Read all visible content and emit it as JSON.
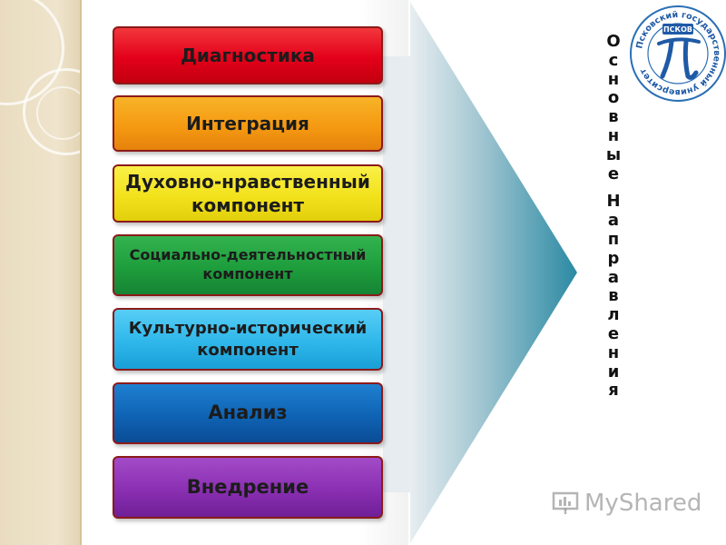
{
  "slide": {
    "steps": [
      {
        "label": "Диагностика"
      },
      {
        "label": "Интеграция"
      },
      {
        "label": "Духовно-нравственный компонент"
      },
      {
        "label": "Социально-деятельностный компонент"
      },
      {
        "label": "Культурно-исторический компонент"
      },
      {
        "label": "Анализ"
      },
      {
        "label": "Внедрение"
      }
    ],
    "vertical_title": {
      "word1": [
        "О",
        "с",
        "н",
        "о",
        "в",
        "н",
        "ы",
        "е"
      ],
      "word2": [
        "Н",
        "а",
        "п",
        "р",
        "а",
        "в",
        "л",
        "е",
        "н",
        "и",
        "я"
      ]
    }
  },
  "logo": {
    "ring_text": "Псковский государственный университет",
    "badge": "ПСКОВ"
  },
  "watermark": {
    "text": "MyShared"
  },
  "colors": {
    "diagnostics": "#e3001a",
    "integration": "#f59a12",
    "spiritual": "#f2e21c",
    "social": "#1e9d3c",
    "cultural": "#2fb7ea",
    "analysis": "#0f63b4",
    "implementation": "#8a2fb2",
    "arrow": "#2f8da6",
    "box_border": "#8b1a1a"
  }
}
